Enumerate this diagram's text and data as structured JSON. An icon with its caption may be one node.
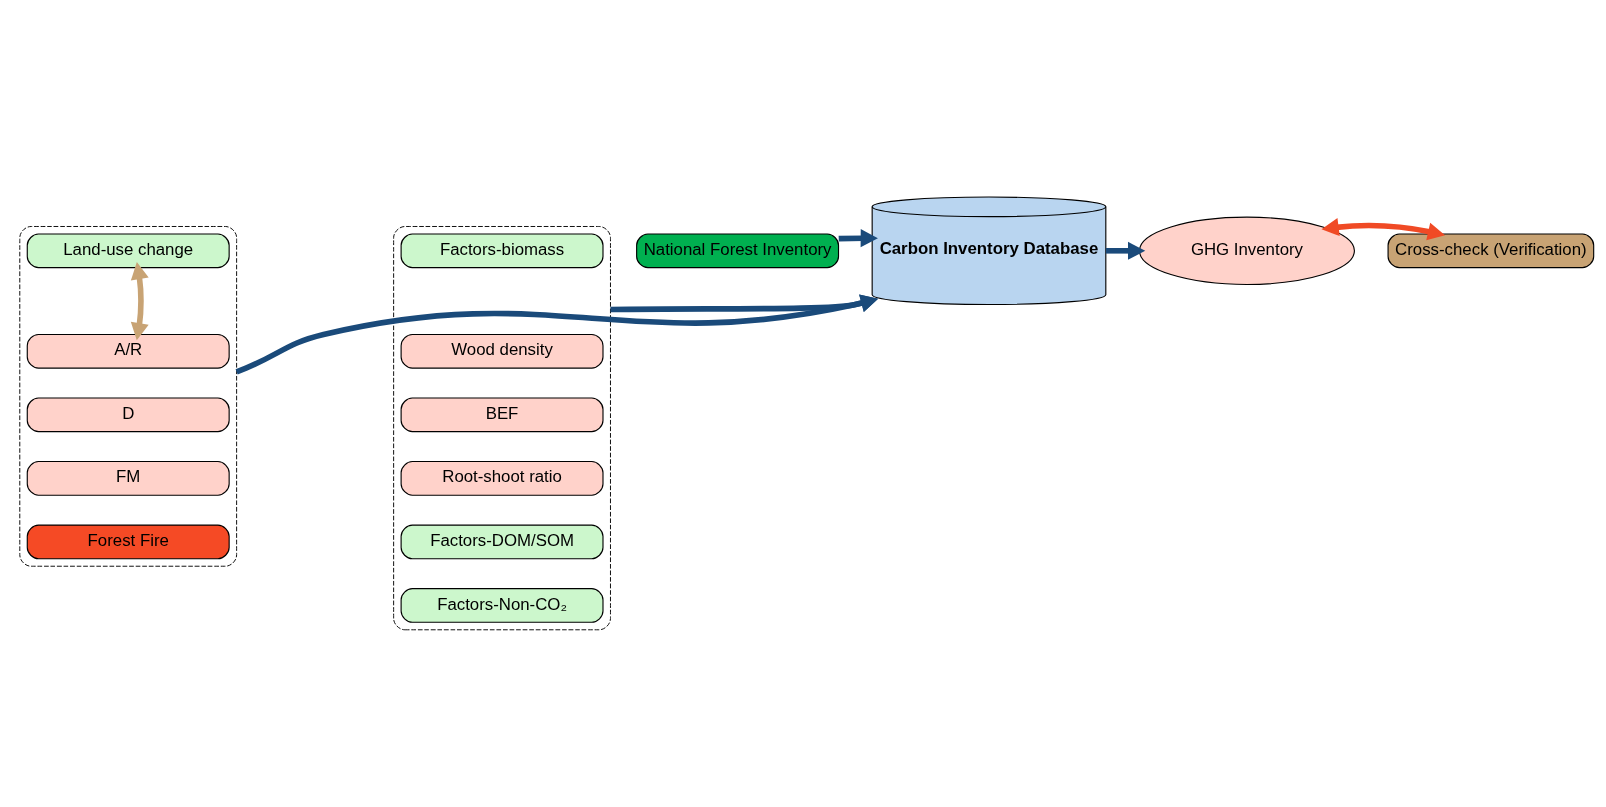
{
  "diagram": {
    "nodes": [
      {
        "text": [],
        "shape": "box"
      },
      {
        "text": [
          "Land-use change"
        ],
        "in": 0
      },
      {
        "text": [
          "A/R"
        ],
        "in": 0
      },
      {
        "text": [
          "D"
        ],
        "in": 0
      },
      {
        "text": [
          "FM"
        ],
        "in": 0
      },
      {
        "text": [
          "Forest Fire"
        ],
        "in": 0
      },
      {
        "text": [
          "National Forest Inventory"
        ]
      },
      {
        "text": [
          "Carbon Inventory Database"
        ]
      },
      {
        "text": [],
        "shape": "box"
      },
      {
        "text": [
          "Factors-biomass"
        ],
        "in": 8
      },
      {
        "text": [
          "Wood density"
        ],
        "in": 8
      },
      {
        "text": [
          "BEF"
        ],
        "in": 8
      },
      {
        "text": [
          "Root-shoot ratio"
        ],
        "in": 8
      },
      {
        "text": [
          "Factors-DOM/SOM"
        ],
        "in": 8
      },
      {
        "text": [
          "Factors-Non-CO₂"
        ],
        "in": 8
      },
      {
        "text": [
          "GHG Inventory"
        ]
      },
      {
        "text": [
          "Cross-check (Verification)"
        ]
      }
    ],
    "edges": [
      {
        "from": 1,
        "to": 2,
        "arrow": "both",
        "color": "#c8a374"
      },
      {
        "from": 6,
        "to": 7,
        "arrow": "to"
      },
      {
        "from": 0,
        "to": 7,
        "arrow": "to"
      },
      {
        "from": 8,
        "to": 7,
        "arrow": "to"
      },
      {
        "from": 7,
        "to": 15,
        "arrow": "to"
      },
      {
        "from": 15,
        "to": 16,
        "arrow": "both",
        "color": "#f04a25"
      }
    ]
  }
}
